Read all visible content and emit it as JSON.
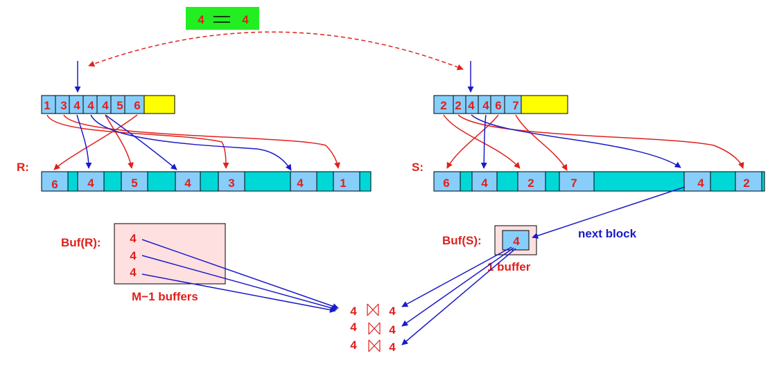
{
  "colors": {
    "cell": "#87cefa",
    "cell_alt": "#00d8d8",
    "highlight": "#ffff00",
    "match_box": "#22ee22",
    "buffer_fill": "#ffe0e0",
    "red": "#e0201c",
    "blue": "#1a1ac8"
  },
  "match": {
    "left": "4",
    "right": "4"
  },
  "r": {
    "label": "R:",
    "sorted": [
      "1",
      "3",
      "4",
      "4",
      "4",
      "5",
      "6"
    ],
    "blocks": [
      "6",
      "4",
      "5",
      "4",
      "3",
      "4",
      "1"
    ]
  },
  "s": {
    "label": "S:",
    "sorted": [
      "2",
      "2",
      "4",
      "4",
      "6",
      "7"
    ],
    "blocks": [
      "6",
      "4",
      "2",
      "7",
      "4",
      "2"
    ]
  },
  "buf_r": {
    "label": "Buf(R):",
    "values": [
      "4",
      "4",
      "4"
    ],
    "caption": "M−1 buffers"
  },
  "buf_s": {
    "label": "Buf(S):",
    "value": "4",
    "caption": "1 buffer"
  },
  "next_block": "next block",
  "output": [
    {
      "left": "4",
      "right": "4"
    },
    {
      "left": "4",
      "right": "4"
    },
    {
      "left": "4",
      "right": "4"
    }
  ]
}
